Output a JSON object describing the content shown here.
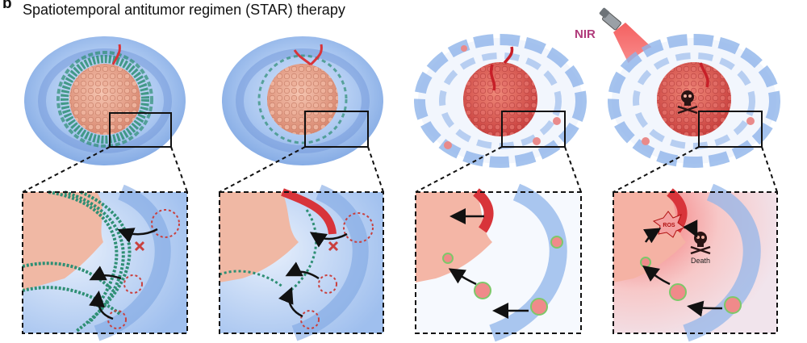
{
  "panel_label": "b",
  "title": "Spatiotemporal antitumor regimen (STAR) therapy",
  "nir_label": "NIR",
  "ros_label": "ROS",
  "death_label": "Death",
  "colors": {
    "tissue_blue": "#8fb4ea",
    "tumor_core": "#e8a28c",
    "vessel_red": "#d8343a",
    "collagen_green": "#2e8f74",
    "laser_red": "#f05050",
    "nir_text": "#b03a7a"
  }
}
